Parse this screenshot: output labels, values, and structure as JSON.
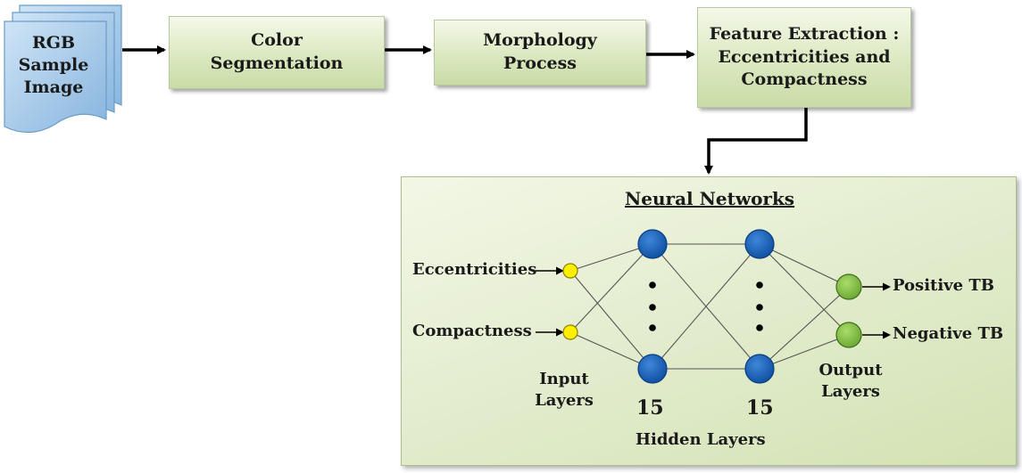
{
  "pipeline": {
    "input_doc": "RGB Sample Image",
    "color_segmentation": "Color Segmentation",
    "morphology": "Morphology Process",
    "feature_extraction": "Feature Extraction : Eccentricities and Compactness"
  },
  "neural_network": {
    "title": "Neural Networks",
    "inputs": [
      "Eccentricities",
      "Compactness"
    ],
    "outputs": [
      "Positive TB",
      "Negative TB"
    ],
    "input_layer_label": "Input Layers",
    "hidden_count_1": "15",
    "hidden_count_2": "15",
    "hidden_layer_label": "Hidden Layers",
    "output_layer_label": "Output Layers"
  },
  "colors": {
    "box_fill": "#d7e6bb",
    "doc_fill": "#9fc5e8",
    "input_node": "#ffee00",
    "hidden_node": "#1565c0",
    "output_node": "#8bc34a",
    "arrow": "#000000"
  }
}
